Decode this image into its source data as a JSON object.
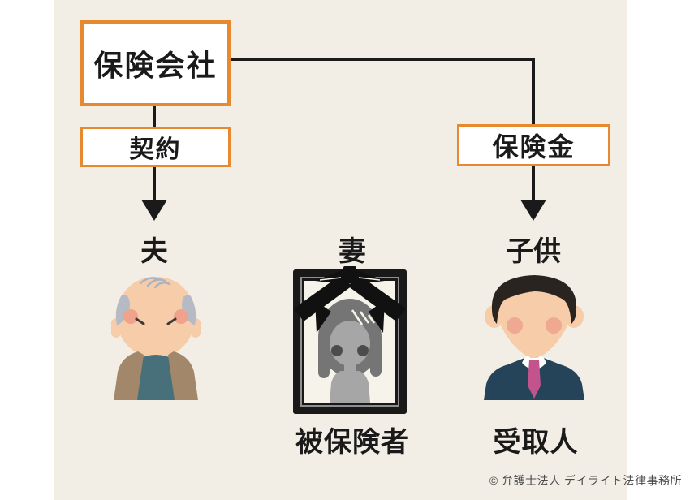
{
  "colors": {
    "page_bg": "#ffffff",
    "panel_bg": "#f2eee5",
    "accent_orange": "#e7892e",
    "line": "#1a1a1a",
    "copyright_gray": "#4b4b4b"
  },
  "diagram": {
    "insurer_box": "保険会社",
    "contract_box": "契約",
    "payout_box": "保険金",
    "husband_label": "夫",
    "wife_label": "妻",
    "child_label": "子供",
    "insured_role": "被保険者",
    "beneficiary_role": "受取人",
    "copyright": "© 弁護士法人 デイライト法律事務所"
  }
}
